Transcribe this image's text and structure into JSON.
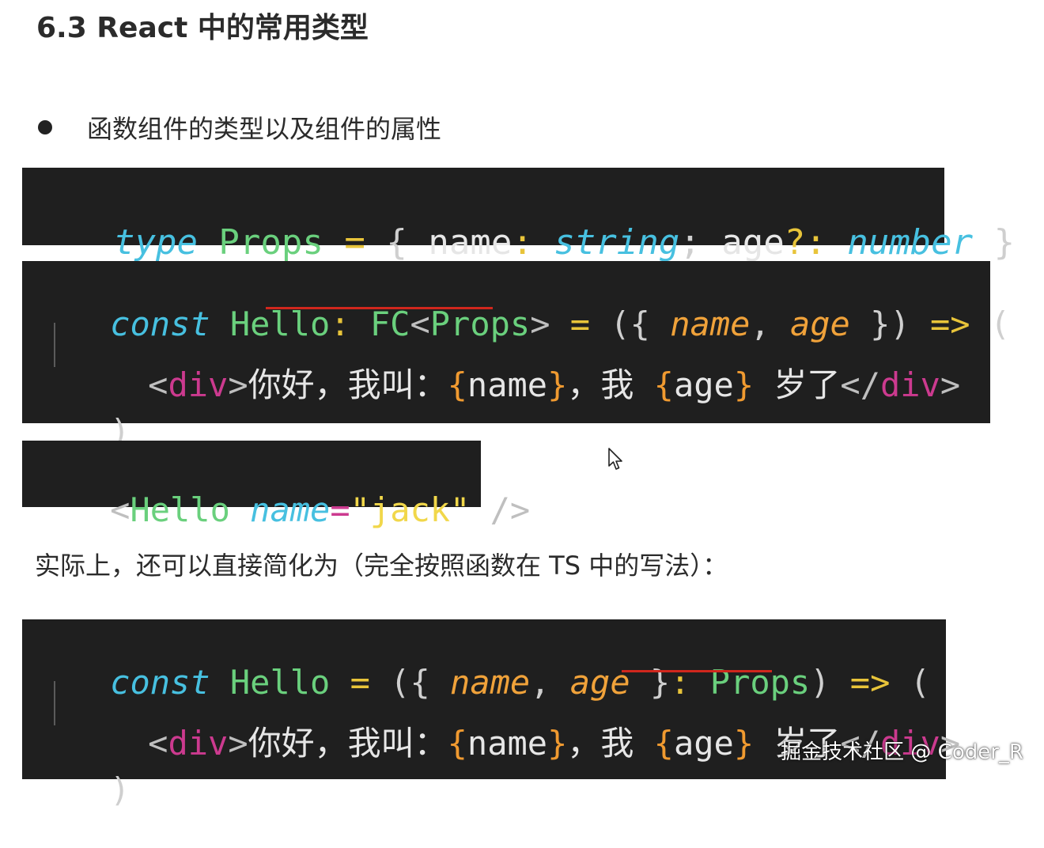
{
  "heading": "6.3 React 中的常用类型",
  "bullet": "函数组件的类型以及组件的属性",
  "note": "实际上，还可以直接简化为（完全按照函数在 TS 中的写法）：",
  "code1": {
    "t1": "type",
    "t2": " Props",
    "t3": " = ",
    "t4": "{",
    "t5": " name",
    "t6": ": ",
    "t7": "string",
    "t8": ";",
    "t9": " age",
    "t10": "?:",
    "t11": " number",
    "t12": " }"
  },
  "code2": {
    "l1": {
      "a": "const",
      "b": " Hello",
      "c": ": ",
      "d": "FC",
      "e": "<",
      "f": "Props",
      "g": ">",
      "h": " = ",
      "i": "({ ",
      "j": "name",
      "k": ", ",
      "l": "age",
      "m": " })",
      "n": " => ",
      "o": "("
    },
    "l2": {
      "a": "<",
      "b": "div",
      "c": ">",
      "d": "你好，我叫：",
      "e": "{",
      "f": "name",
      "g": "}",
      "h": "，我 ",
      "i": "{",
      "j": "age",
      "k": "}",
      "l": " 岁了",
      "m": "</",
      "n": "div",
      "o": ">"
    },
    "l3": ")"
  },
  "code3": {
    "a": "<",
    "b": "Hello",
    "c": " name",
    "d": "=",
    "e": "\"jack\"",
    "f": " />"
  },
  "code4": {
    "l1": {
      "a": "const",
      "b": " Hello",
      "c": " = ",
      "d": "({ ",
      "e": "name",
      "f": ", ",
      "g": "age",
      "h": " }",
      "i": ": ",
      "j": "Props",
      "k": ")",
      "l": " => ",
      "m": "("
    },
    "l2": {
      "a": "<",
      "b": "div",
      "c": ">",
      "d": "你好，我叫：",
      "e": "{",
      "f": "name",
      "g": "}",
      "h": "，我 ",
      "i": "{",
      "j": "age",
      "k": "}",
      "l": " 岁了",
      "m": "</",
      "n": "div",
      "o": ">"
    },
    "l3": ")"
  },
  "watermark": "掘金技术社区 @ Coder_R"
}
